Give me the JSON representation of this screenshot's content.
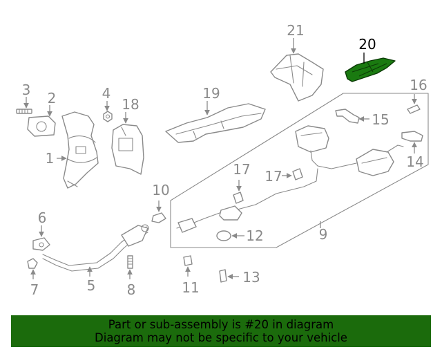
{
  "labels": {
    "l1": "1",
    "l2": "2",
    "l3": "3",
    "l4": "4",
    "l5": "5",
    "l6": "6",
    "l7": "7",
    "l8": "8",
    "l9": "9",
    "l10": "10",
    "l11": "11",
    "l12": "12",
    "l13": "13",
    "l14": "14",
    "l15": "15",
    "l16": "16",
    "l17a": "17",
    "l17b": "17",
    "l18": "18",
    "l19": "19",
    "l20": "20",
    "l21": "21"
  },
  "highlight": {
    "part": "20",
    "color": "#1a7a10"
  },
  "banner": {
    "line1": "Part or sub-assembly is #20 in diagram",
    "line2": "Diagram may not be specific to your vehicle",
    "color": "#1b6b0c"
  }
}
